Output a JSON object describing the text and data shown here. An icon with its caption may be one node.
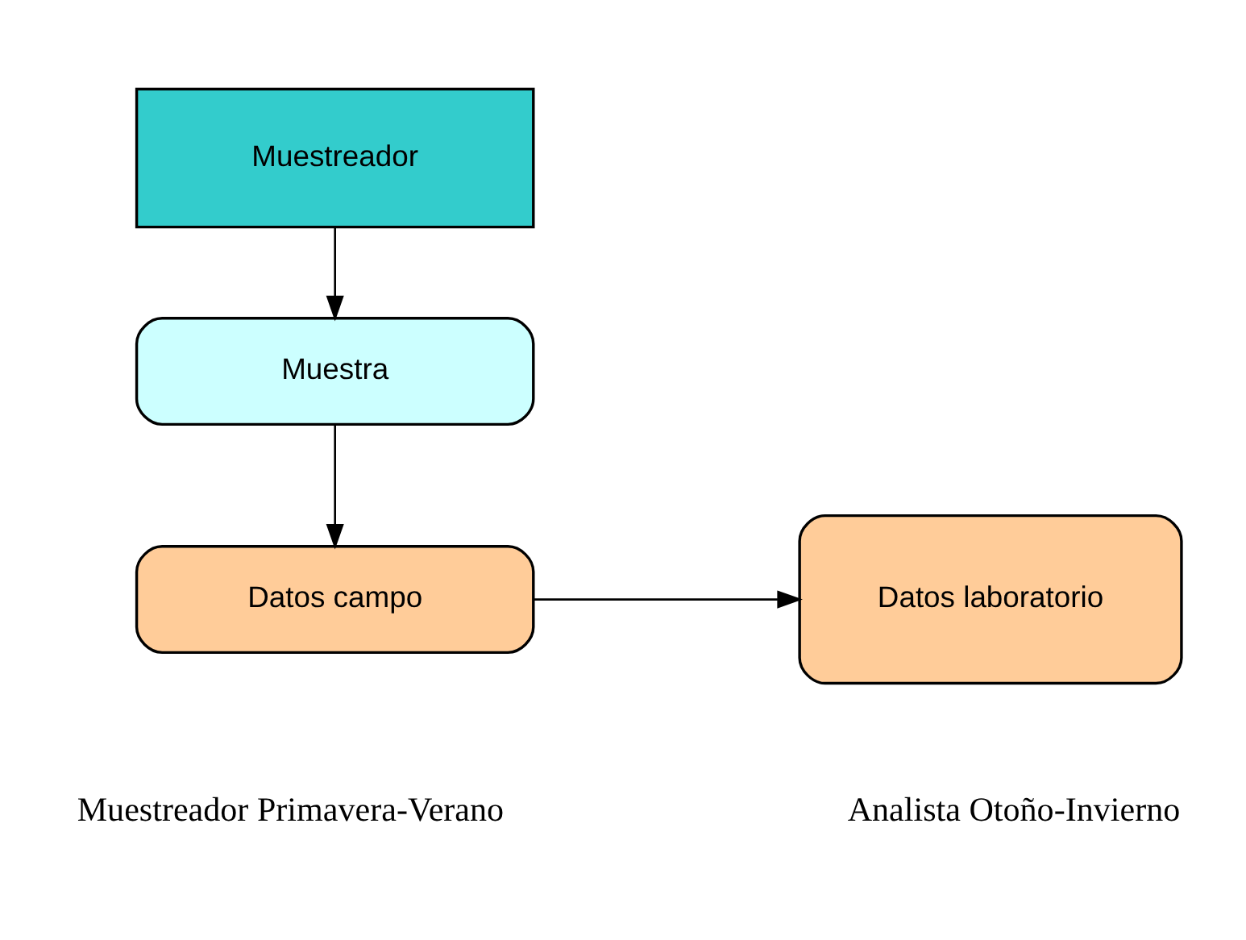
{
  "diagram": {
    "nodes": [
      {
        "text": [
          "Muestreador"
        ]
      },
      {
        "text": [
          "Muestra"
        ]
      },
      {
        "text": [
          "Datos campo"
        ],
        "beside": [
          "Muestreador Primavera-Verano"
        ]
      },
      {
        "text": [
          "Datos laboratorio"
        ],
        "beside": [
          "Analista Otoño-Invierno"
        ]
      }
    ],
    "edges": [
      {
        "from": 0,
        "to": 1,
        "arrow": "to"
      },
      {
        "from": 1,
        "to": 2,
        "arrow": "to"
      },
      {
        "from": 2,
        "to": 3,
        "arrow": "to"
      }
    ]
  }
}
